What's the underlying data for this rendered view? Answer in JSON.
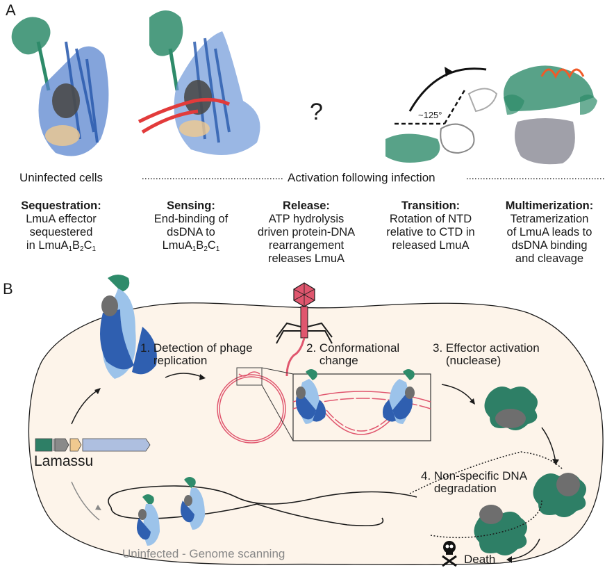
{
  "panel_a": {
    "label": "A",
    "question_mark": "?",
    "angle_label": "~125°",
    "row_left": "Uninfected cells",
    "row_right": "Activation following infection",
    "stages": [
      {
        "title": "Sequestration:",
        "desc": "LmuA effector\nsequestered\nin LmuA",
        "formula": [
          "1",
          "B",
          "2",
          "C",
          "1"
        ]
      },
      {
        "title": "Sensing:",
        "desc": "End-binding of\ndsDNA to\nLmuA",
        "formula": [
          "1",
          "B",
          "2",
          "C",
          "1"
        ]
      },
      {
        "title": "Release:",
        "desc": "ATP hydrolysis\ndriven protein-DNA\nrearrangement\nreleases LmuA"
      },
      {
        "title": "Transition:",
        "desc": "Rotation of NTD\nrelative to CTD in\nreleased LmuA"
      },
      {
        "title": "Multimerization:",
        "desc": "Tetramerization\nof LmuA leads to\ndsDNA binding\nand cleavage"
      }
    ]
  },
  "panel_b": {
    "label": "B",
    "steps": [
      "1. Detection of phage\n    replication",
      "2. Conformational\n    change",
      "3. Effector activation\n    (nuclease)",
      "4. Non-specific DNA\n    degradation"
    ],
    "operon_label": "Lamassu",
    "scanning_label": "Uninfected - Genome scanning",
    "death_label": "Death"
  },
  "colors": {
    "cell_fill": "#fdf4ea",
    "dna_red": "#e0566e",
    "green": "#2e8b6a",
    "dark_blue": "#2f5fb0",
    "light_blue": "#9cc3ea",
    "gray": "#6e6e6e",
    "tan": "#f0c98f",
    "gene_blue": "#aebfe0"
  }
}
